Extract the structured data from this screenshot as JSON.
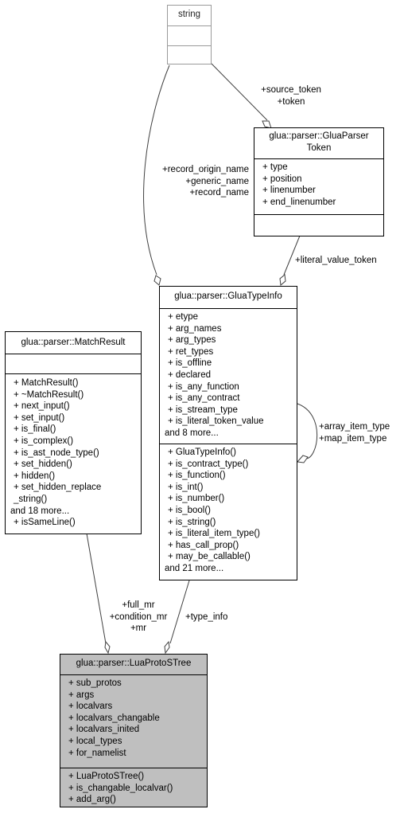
{
  "classes": {
    "string": {
      "title": "string"
    },
    "token": {
      "title_line1": "glua::parser::GluaParser",
      "title_line2": "Token",
      "attributes": [
        "+ type",
        "+ position",
        "+ linenumber",
        "+ end_linenumber"
      ]
    },
    "type_info": {
      "title": "glua::parser::GluaTypeInfo",
      "attributes": [
        "+ etype",
        "+ arg_names",
        "+ arg_types",
        "+ ret_types",
        "+ is_offline",
        "+ declared",
        "+ is_any_function",
        "+ is_any_contract",
        "+ is_stream_type",
        "+ is_literal_token_value"
      ],
      "attributes_more": "and 8 more...",
      "methods": [
        "+ GluaTypeInfo()",
        "+ is_contract_type()",
        "+ is_function()",
        "+ is_int()",
        "+ is_number()",
        "+ is_bool()",
        "+ is_string()",
        "+ is_literal_item_type()",
        "+ has_call_prop()",
        "+ may_be_callable()"
      ],
      "methods_more": "and 21 more..."
    },
    "match_result": {
      "title": "glua::parser::MatchResult",
      "methods": [
        "+ MatchResult()",
        "+ ~MatchResult()",
        "+ next_input()",
        "+ set_input()",
        "+ is_final()",
        "+ is_complex()",
        "+ is_ast_node_type()",
        "+ set_hidden()",
        "+ hidden()",
        "+ set_hidden_replace",
        "_string()"
      ],
      "methods_more": "and 18 more...",
      "methods_after": [
        "+ isSameLine()"
      ]
    },
    "lua_proto": {
      "title": "glua::parser::LuaProtoSTree",
      "attributes": [
        "+ sub_protos",
        "+ args",
        "+ localvars",
        "+ localvars_changable",
        "+ localvars_inited",
        "+ local_types",
        "+ for_namelist"
      ],
      "methods": [
        "+ LuaProtoSTree()",
        "+ is_changable_localvar()",
        "+ add_arg()"
      ]
    }
  },
  "edges": {
    "source_token": [
      "+source_token",
      "+token"
    ],
    "record": [
      "+record_origin_name",
      "+generic_name",
      "+record_name"
    ],
    "literal_value_token": [
      "+literal_value_token"
    ],
    "array_item": [
      "+array_item_type",
      "+map_item_type"
    ],
    "match_result_edge": [
      "+full_mr",
      "+condition_mr",
      "+mr"
    ],
    "type_info_edge": [
      "+type_info"
    ]
  },
  "colors": {
    "focus_fill": "#bfbfbf",
    "undocumented_border": "#9a9a9a",
    "edge": "#404040"
  }
}
